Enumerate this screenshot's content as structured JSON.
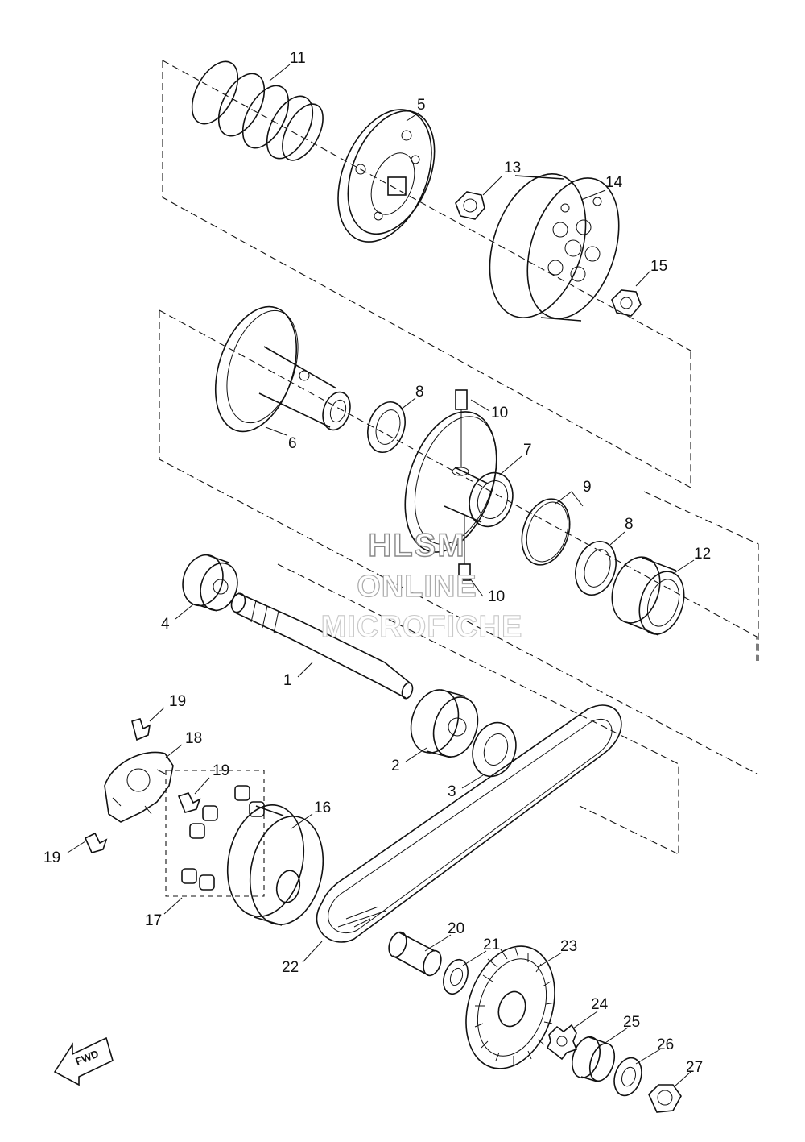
{
  "callouts": [
    {
      "id": "11",
      "text": "11"
    },
    {
      "id": "5",
      "text": "5"
    },
    {
      "id": "13",
      "text": "13"
    },
    {
      "id": "14",
      "text": "14"
    },
    {
      "id": "15",
      "text": "15"
    },
    {
      "id": "6",
      "text": "6"
    },
    {
      "id": "8a",
      "text": "8"
    },
    {
      "id": "10a",
      "text": "10"
    },
    {
      "id": "7",
      "text": "7"
    },
    {
      "id": "9",
      "text": "9"
    },
    {
      "id": "8b",
      "text": "8"
    },
    {
      "id": "12",
      "text": "12"
    },
    {
      "id": "10b",
      "text": "10"
    },
    {
      "id": "4",
      "text": "4"
    },
    {
      "id": "1",
      "text": "1"
    },
    {
      "id": "19a",
      "text": "19"
    },
    {
      "id": "18",
      "text": "18"
    },
    {
      "id": "19b",
      "text": "19"
    },
    {
      "id": "16",
      "text": "16"
    },
    {
      "id": "2",
      "text": "2"
    },
    {
      "id": "3",
      "text": "3"
    },
    {
      "id": "19c",
      "text": "19"
    },
    {
      "id": "17",
      "text": "17"
    },
    {
      "id": "20",
      "text": "20"
    },
    {
      "id": "21",
      "text": "21"
    },
    {
      "id": "23",
      "text": "23"
    },
    {
      "id": "22",
      "text": "22"
    },
    {
      "id": "24",
      "text": "24"
    },
    {
      "id": "25",
      "text": "25"
    },
    {
      "id": "26",
      "text": "26"
    },
    {
      "id": "27",
      "text": "27"
    }
  ],
  "watermark": {
    "line1": "HLSM",
    "line2": "ONLINE",
    "line3": "MICROFICHE"
  },
  "direction_badge": {
    "text": "FWD"
  }
}
